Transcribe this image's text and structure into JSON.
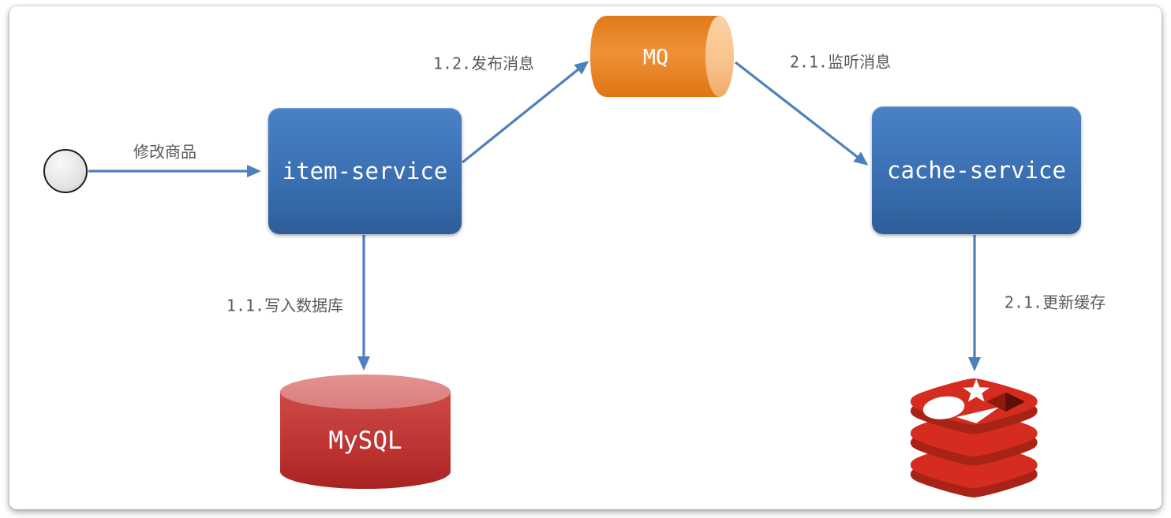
{
  "diagram": {
    "description": "microservice cache-sync flow diagram",
    "nodes": {
      "start": {
        "type": "start-circle"
      },
      "item_service": {
        "label": "item-service"
      },
      "mq": {
        "label": "MQ"
      },
      "cache_service": {
        "label": "cache-service"
      },
      "mysql": {
        "label": "MySQL"
      },
      "redis": {
        "icon": "redis-logo"
      }
    },
    "edges": [
      {
        "from": "start",
        "to": "item_service",
        "label": "修改商品"
      },
      {
        "from": "item_service",
        "to": "mq",
        "label": "1.2.发布消息"
      },
      {
        "from": "mq",
        "to": "cache_service",
        "label": "2.1.监听消息"
      },
      {
        "from": "item_service",
        "to": "mysql",
        "label": "1.1.写入数据库"
      },
      {
        "from": "cache_service",
        "to": "redis",
        "label": "2.1.更新缓存"
      }
    ],
    "colors": {
      "arrow_blue": "#4e80bd",
      "service_box_gradient_top": "#4a82c6",
      "service_box_gradient_bottom": "#2e5e9a",
      "mq_orange_top": "#e07a1a",
      "mq_orange_mid": "#f09138",
      "mq_orange_bottom": "#dd7514",
      "mq_cap": "#f9c48e",
      "mysql_top_ellipse": "#de8a8a",
      "mysql_body_top": "#c84543",
      "mysql_body_bottom": "#aa2424",
      "redis_red": "#d62c20",
      "redis_dark_red": "#a82317",
      "edge_label_text": "#595959",
      "node_text": "#ffffff",
      "start_circle_fill": "#e3e3e3",
      "start_circle_border": "#1c1c1c",
      "canvas_bg": "#ffffff"
    }
  }
}
